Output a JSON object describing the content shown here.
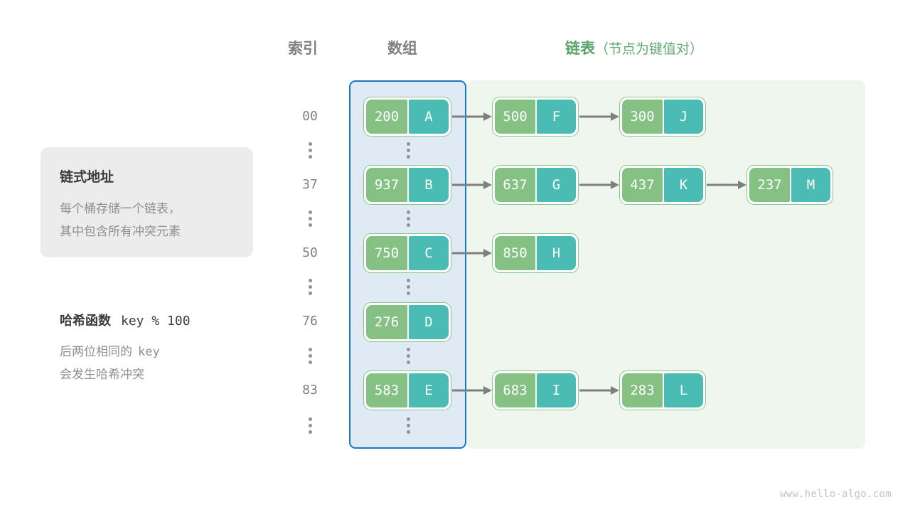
{
  "headers": {
    "index": "索引",
    "array": "数组",
    "list_main": "链表",
    "list_sub": "（节点为键值对）"
  },
  "colors": {
    "array_panel_bg": "#dfeaf5",
    "array_panel_border": "#1a76c8",
    "list_panel_bg": "#eef6ee",
    "node_border": "#8dc48d",
    "key_cell": "#84c183",
    "value_cell": "#4bbcb4",
    "accent_green": "#5aa469",
    "muted_gray": "#8f8f8f",
    "arrow_gray": "#7f7f7f"
  },
  "card": {
    "title": "链式地址",
    "body": "每个桶存储一个链表，\n其中包含所有冲突元素"
  },
  "hash": {
    "title_label": "哈希函数",
    "title_expr": "key % 100",
    "body_line1_prefix": "后两位相同的",
    "body_line1_mono": "key",
    "body_line2": "会发生哈希冲突"
  },
  "rows": [
    {
      "index": "00",
      "bucket": {
        "key": "200",
        "value": "A"
      },
      "chain": [
        {
          "key": "500",
          "value": "F"
        },
        {
          "key": "300",
          "value": "J"
        }
      ]
    },
    {
      "index": "37",
      "bucket": {
        "key": "937",
        "value": "B"
      },
      "chain": [
        {
          "key": "637",
          "value": "G"
        },
        {
          "key": "437",
          "value": "K"
        },
        {
          "key": "237",
          "value": "M"
        }
      ]
    },
    {
      "index": "50",
      "bucket": {
        "key": "750",
        "value": "C"
      },
      "chain": [
        {
          "key": "850",
          "value": "H"
        }
      ]
    },
    {
      "index": "76",
      "bucket": {
        "key": "276",
        "value": "D"
      },
      "chain": []
    },
    {
      "index": "83",
      "bucket": {
        "key": "583",
        "value": "E"
      },
      "chain": [
        {
          "key": "683",
          "value": "I"
        },
        {
          "key": "283",
          "value": "L"
        }
      ]
    }
  ],
  "ellipsis_glyph": "⋮",
  "watermark": "www.hello-algo.com"
}
